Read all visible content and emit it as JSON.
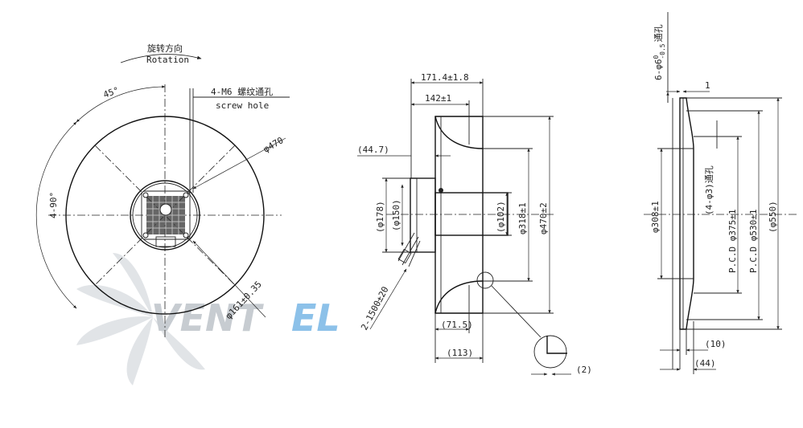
{
  "front_view": {
    "rotation_cn": "旋转方向",
    "rotation_en": "Rotation",
    "screw_cn": "4-M6 螺纹通孔",
    "screw_en": "screw hole",
    "angle_45": "45°",
    "angle_90": "4-90°",
    "dia_470": "φ470",
    "dia_161": "φ161±0.35"
  },
  "side_view": {
    "d_171": "171.4±1.8",
    "d_142": "142±1",
    "d_44_7": "(44.7)",
    "d_178": "(φ178)",
    "d_150": "(φ150)",
    "d_102": "(φ102)",
    "d_318": "φ318±1",
    "d_470": "φ470±2",
    "cable": "2-1500±20",
    "d_71_5": "(71.5)",
    "d_113": "(113)",
    "d_2": "(2)"
  },
  "ring_view": {
    "holes": "6-φ6",
    "holes_tol_upper": "0",
    "holes_tol_lower": "-0.5",
    "holes_suffix": "通孔",
    "d_1": "1",
    "d_308": "φ308±1",
    "d_4_3": "(4-φ3)通孔",
    "pcd_375": "P.C.D φ375±1",
    "pcd_530": "P.C.D φ530±1",
    "d_550": "(φ550)",
    "d_10": "(10)",
    "d_44": "(44)"
  },
  "watermark": {
    "brand_a": "VENT",
    "brand_b": "EL",
    "color_a": "#9aa3ad",
    "color_b": "#2f8fd8"
  }
}
